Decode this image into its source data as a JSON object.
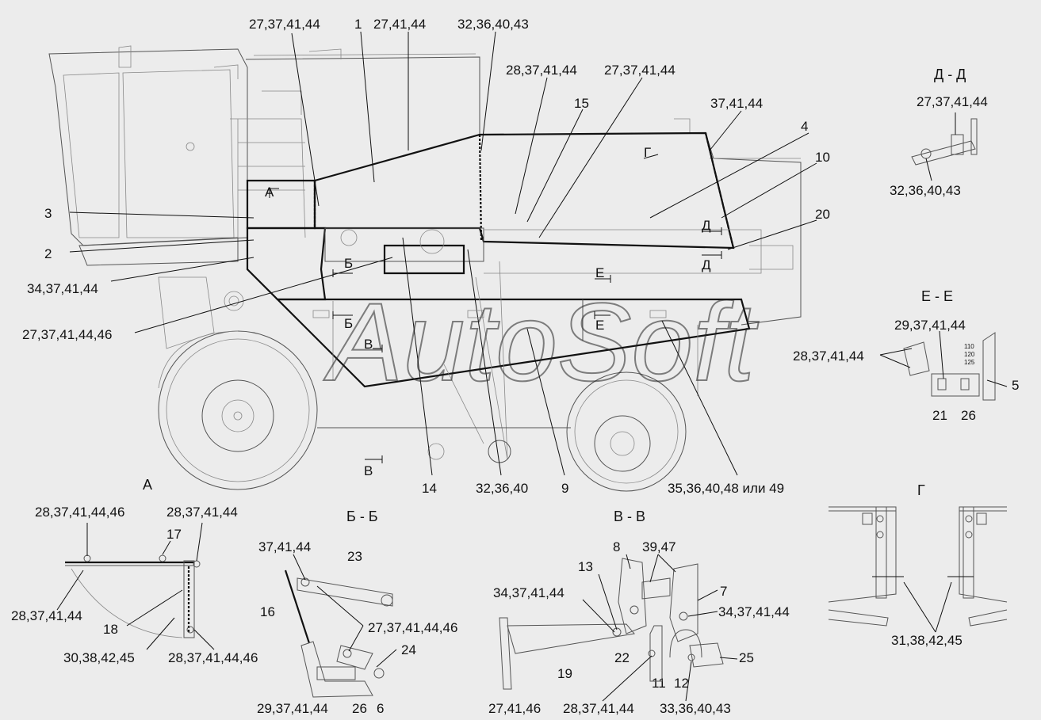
{
  "watermark": "AutoSoft",
  "main_labels": {
    "l_27_37_41_44_top": "27,37,41,44",
    "l_1": "1",
    "l_27_41_44": "27,41,44",
    "l_32_36_40_43": "32,36,40,43",
    "l_28_37_41_44": "28,37,41,44",
    "l_27_37_41_44_b": "27,37,41,44",
    "l_15": "15",
    "l_37_41_44": "37,41,44",
    "l_4": "4",
    "l_10": "10",
    "l_20": "20",
    "l_3": "3",
    "l_2": "2",
    "l_34_37_41_44": "34,37,41,44",
    "l_27_37_41_44_46": "27,37,41,44,46",
    "l_14": "14",
    "l_32_36_40": "32,36,40",
    "l_9": "9",
    "l_35_36_40_48": "35,36,40,48 или 49"
  },
  "section_markers": {
    "a": "А",
    "b": "Б",
    "v": "В",
    "g": "Г",
    "d": "Д",
    "e": "Е"
  },
  "view_titles": {
    "dd": "Д - Д",
    "ee": "Е - Е",
    "a": "А",
    "bb": "Б - Б",
    "vv": "В - В",
    "g": "Г"
  },
  "view_dd": {
    "top": "27,37,41,44",
    "bottom": "32,36,40,43"
  },
  "view_ee": {
    "l1": "29,37,41,44",
    "l2": "28,37,41,44",
    "l5": "5",
    "l21": "21",
    "l26": "26",
    "scale": [
      "110",
      "120",
      "125"
    ]
  },
  "view_a": {
    "l1": "28,37,41,44,46",
    "l2": "28,37,41,44",
    "l17": "17",
    "l3": "28,37,41,44",
    "l18": "18",
    "l4": "30,38,42,45",
    "l5": "28,37,41,44,46"
  },
  "view_bb": {
    "l1": "37,41,44",
    "l23": "23",
    "l16": "16",
    "l2": "27,37,41,44,46",
    "l24": "24",
    "l3": "29,37,41,44",
    "l26": "26",
    "l6": "6"
  },
  "view_vv": {
    "l8": "8",
    "l39": "39,47",
    "l13": "13",
    "l7": "7",
    "l1": "34,37,41,44",
    "l2": "34,37,41,44",
    "l22": "22",
    "l19": "19",
    "l25": "25",
    "l11": "11",
    "l12": "12",
    "l3": "27,41,46",
    "l4": "28,37,41,44",
    "l5": "33,36,40,43"
  },
  "view_g": {
    "l1": "31,38,42,45"
  }
}
